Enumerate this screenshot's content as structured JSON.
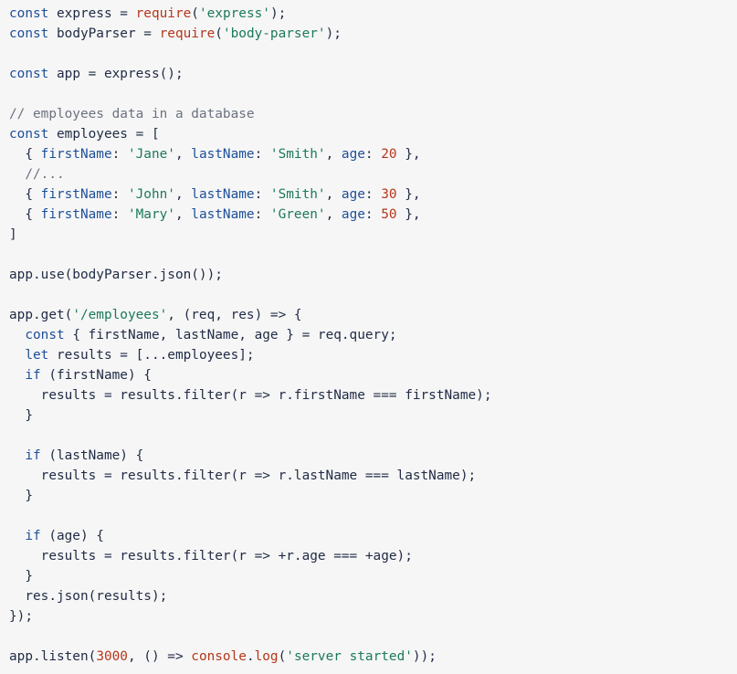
{
  "code": {
    "language": "javascript",
    "lines": [
      [
        [
          "keyword",
          "const"
        ],
        [
          "plain",
          " express = "
        ],
        [
          "func",
          "require"
        ],
        [
          "plain",
          "("
        ],
        [
          "string",
          "'express'"
        ],
        [
          "plain",
          ");"
        ]
      ],
      [
        [
          "keyword",
          "const"
        ],
        [
          "plain",
          " bodyParser = "
        ],
        [
          "func",
          "require"
        ],
        [
          "plain",
          "("
        ],
        [
          "string",
          "'body-parser'"
        ],
        [
          "plain",
          ");"
        ]
      ],
      [],
      [
        [
          "keyword",
          "const"
        ],
        [
          "plain",
          " app = express();"
        ]
      ],
      [],
      [
        [
          "comment",
          "// employees data in a database"
        ]
      ],
      [
        [
          "keyword",
          "const"
        ],
        [
          "plain",
          " employees = ["
        ]
      ],
      [
        [
          "plain",
          "  { "
        ],
        [
          "keyword",
          "firstName"
        ],
        [
          "plain",
          ": "
        ],
        [
          "string",
          "'Jane'"
        ],
        [
          "plain",
          ", "
        ],
        [
          "keyword",
          "lastName"
        ],
        [
          "plain",
          ": "
        ],
        [
          "string",
          "'Smith'"
        ],
        [
          "plain",
          ", "
        ],
        [
          "keyword",
          "age"
        ],
        [
          "plain",
          ": "
        ],
        [
          "number",
          "20"
        ],
        [
          "plain",
          " },"
        ]
      ],
      [
        [
          "comment",
          "  //..."
        ]
      ],
      [
        [
          "plain",
          "  { "
        ],
        [
          "keyword",
          "firstName"
        ],
        [
          "plain",
          ": "
        ],
        [
          "string",
          "'John'"
        ],
        [
          "plain",
          ", "
        ],
        [
          "keyword",
          "lastName"
        ],
        [
          "plain",
          ": "
        ],
        [
          "string",
          "'Smith'"
        ],
        [
          "plain",
          ", "
        ],
        [
          "keyword",
          "age"
        ],
        [
          "plain",
          ": "
        ],
        [
          "number",
          "30"
        ],
        [
          "plain",
          " },"
        ]
      ],
      [
        [
          "plain",
          "  { "
        ],
        [
          "keyword",
          "firstName"
        ],
        [
          "plain",
          ": "
        ],
        [
          "string",
          "'Mary'"
        ],
        [
          "plain",
          ", "
        ],
        [
          "keyword",
          "lastName"
        ],
        [
          "plain",
          ": "
        ],
        [
          "string",
          "'Green'"
        ],
        [
          "plain",
          ", "
        ],
        [
          "keyword",
          "age"
        ],
        [
          "plain",
          ": "
        ],
        [
          "number",
          "50"
        ],
        [
          "plain",
          " },"
        ]
      ],
      [
        [
          "plain",
          "]"
        ]
      ],
      [],
      [
        [
          "plain",
          "app.use(bodyParser.json());"
        ]
      ],
      [],
      [
        [
          "plain",
          "app.get("
        ],
        [
          "string",
          "'/employees'"
        ],
        [
          "plain",
          ", (req, res) => {"
        ]
      ],
      [
        [
          "plain",
          "  "
        ],
        [
          "keyword",
          "const"
        ],
        [
          "plain",
          " { firstName, lastName, age } = req.query;"
        ]
      ],
      [
        [
          "plain",
          "  "
        ],
        [
          "keyword",
          "let"
        ],
        [
          "plain",
          " results = [...employees];"
        ]
      ],
      [
        [
          "plain",
          "  "
        ],
        [
          "keyword",
          "if"
        ],
        [
          "plain",
          " (firstName) {"
        ]
      ],
      [
        [
          "plain",
          "    results = results.filter(r => r.firstName === firstName);"
        ]
      ],
      [
        [
          "plain",
          "  }"
        ]
      ],
      [],
      [
        [
          "plain",
          "  "
        ],
        [
          "keyword",
          "if"
        ],
        [
          "plain",
          " (lastName) {"
        ]
      ],
      [
        [
          "plain",
          "    results = results.filter(r => r.lastName === lastName);"
        ]
      ],
      [
        [
          "plain",
          "  }"
        ]
      ],
      [],
      [
        [
          "plain",
          "  "
        ],
        [
          "keyword",
          "if"
        ],
        [
          "plain",
          " (age) {"
        ]
      ],
      [
        [
          "plain",
          "    results = results.filter(r => +r.age === +age);"
        ]
      ],
      [
        [
          "plain",
          "  }"
        ]
      ],
      [
        [
          "plain",
          "  res.json(results);"
        ]
      ],
      [
        [
          "plain",
          "});"
        ]
      ],
      [],
      [
        [
          "plain",
          "app.listen("
        ],
        [
          "number",
          "3000"
        ],
        [
          "plain",
          ", () => "
        ],
        [
          "func",
          "console"
        ],
        [
          "plain",
          "."
        ],
        [
          "func",
          "log"
        ],
        [
          "plain",
          "("
        ],
        [
          "string",
          "'server started'"
        ],
        [
          "plain",
          "));"
        ]
      ]
    ]
  },
  "colors": {
    "background": "#f6f6f6",
    "plain": "#1f2a44",
    "keyword": "#1d4f9a",
    "string": "#1b7a5a",
    "number": "#b5361b",
    "comment": "#6b7280"
  }
}
